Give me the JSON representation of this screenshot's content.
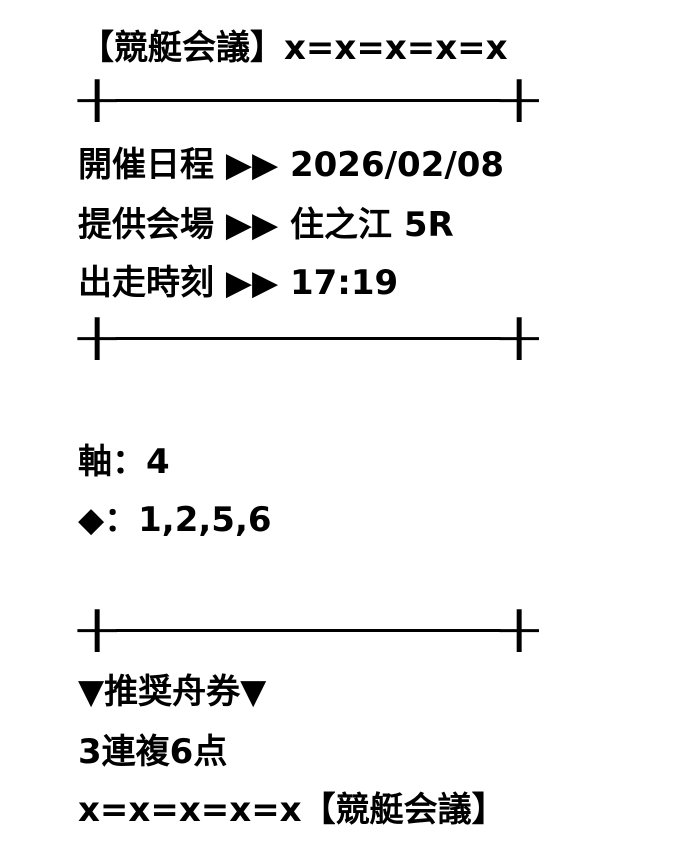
{
  "header": "【競艇会議】x=x=x=x=x",
  "divider": "┼──────────┼",
  "info": [
    {
      "label": "開催日程",
      "arrow": "▶▶",
      "value": "2026/02/08"
    },
    {
      "label": "提供会場",
      "arrow": "▶▶",
      "value": "住之江 5R"
    },
    {
      "label": "出走時刻",
      "arrow": "▶▶",
      "value": "17:19"
    }
  ],
  "axis": "軸：4",
  "diamond": "◆：1,2,5,6",
  "recommend_title": "▼推奨舟券▼",
  "bet_type": "3連複6点",
  "footer": "x=x=x=x=x【競艇会議】"
}
